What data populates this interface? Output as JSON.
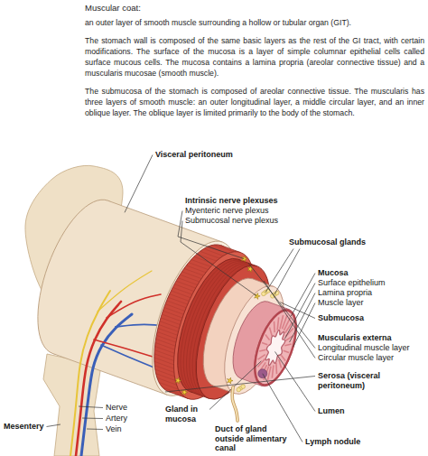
{
  "diagram": {
    "title": "Muscular coat:",
    "labels": [
      "an outer layer of smooth muscle surrounding a hollow or tubular organ (GIT).",
      "The stomach wall is composed of the same basic layers as the rest of the GI tract, with certain modifications. The surface of the mucosa is a layer of simple columnar epithelial cells called surface mucous cells. The mucosa contains a lamina propria (areolar connective tissue) and a muscularis mucosae (smooth muscle).",
      "The submucosa of the stomach is composed of areolar connective tissue. The muscularis has three layers of smooth muscle: an outer longitudinal layer, a middle circular layer, and an inner oblique layer. The oblique layer is limited primarily to the body of the stomach.",
      "Visceral peritoneum",
      "Intrinsic nerve plexuses",
      "Myenteric nerve plexus",
      "Submucosal nerve plexus",
      "Submucosal glands",
      "Mucosa",
      "Surface epithelium",
      "Lamina propria",
      "Muscle layer",
      "Submucosa",
      "Muscularis externa",
      "Longitudinal muscle layer",
      "Circular muscle layer",
      "Serosa (visceral peritoneum)",
      "Gland in mucosa",
      "Nerve",
      "Artery",
      "Vein",
      "Mesentery",
      "Duct of gland outside alimentary canal",
      "Lumen",
      "Lymph nodule"
    ]
  }
}
